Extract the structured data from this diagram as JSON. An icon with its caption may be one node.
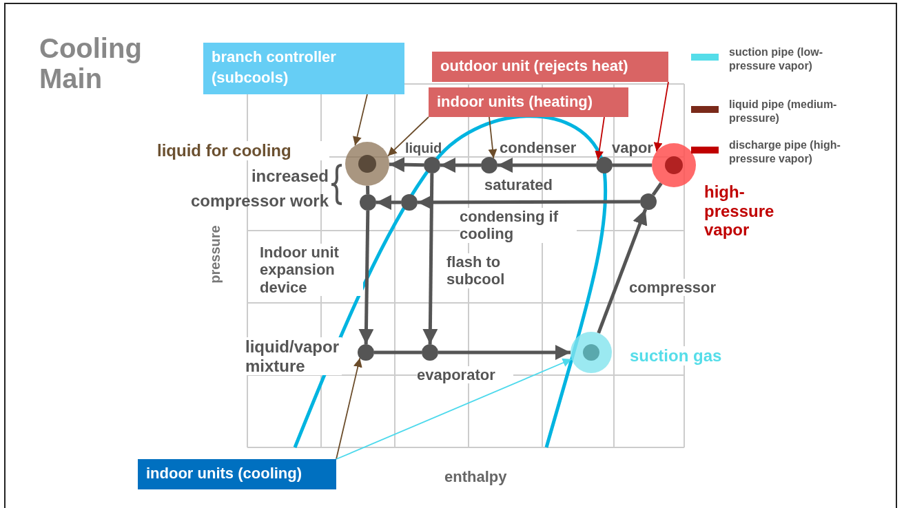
{
  "diagram": {
    "title": "Cooling Main",
    "nodes": [
      {
        "text": [
          "branch controller (subcools)"
        ]
      },
      {
        "text": [
          "outdoor unit (rejects heat)"
        ]
      },
      {
        "text": [
          "indoor units (heating)"
        ]
      },
      {
        "text": [
          "indoor units (cooling)"
        ]
      },
      {
        "text": [],
        "shape": "circle",
        "beside": [
          "liquid for cooling"
        ]
      },
      {
        "text": [],
        "shape": "circle"
      },
      {
        "text": [],
        "shape": "circle"
      },
      {
        "text": [],
        "shape": "circle"
      },
      {
        "text": [],
        "shape": "circle",
        "beside": [
          "high-pressure vapor"
        ]
      },
      {
        "text": [],
        "shape": "circle"
      },
      {
        "text": [],
        "shape": "circle"
      },
      {
        "text": [],
        "shape": "circle"
      },
      {
        "text": [],
        "shape": "circle",
        "beside": [
          "liquid/vapor mixture"
        ]
      },
      {
        "text": [],
        "shape": "circle"
      },
      {
        "text": [],
        "shape": "circle",
        "beside": [
          "suction gas"
        ]
      }
    ],
    "edges": [
      {
        "from": 8,
        "to": 7,
        "arrow": "none"
      },
      {
        "from": 7,
        "to": 6,
        "arrow": "to"
      },
      {
        "from": 6,
        "to": 5,
        "arrow": "to"
      },
      {
        "from": 5,
        "to": 4,
        "arrow": "to"
      },
      {
        "from": 4,
        "to": 9,
        "arrow": "none"
      },
      {
        "from": 11,
        "to": 10,
        "arrow": "to",
        "label": "condensing if cooling"
      },
      {
        "from": 10,
        "to": 9,
        "arrow": "to"
      },
      {
        "from": 9,
        "to": 12,
        "arrow": "to",
        "label": "Indoor unit expansion device"
      },
      {
        "from": 5,
        "to": 13,
        "arrow": "to",
        "label": "flash to subcool"
      },
      {
        "from": 12,
        "to": 13,
        "arrow": "none"
      },
      {
        "from": 13,
        "to": 14,
        "arrow": "to",
        "label": "evaporator"
      },
      {
        "from": 14,
        "to": 11,
        "arrow": "to",
        "label": "compressor"
      },
      {
        "from": 11,
        "to": 8,
        "arrow": "none"
      },
      {
        "from": 0,
        "to": 4,
        "arrow": "to",
        "color": "#6b4c2a"
      },
      {
        "from": 2,
        "to": 4,
        "arrow": "to",
        "color": "#6b4c2a"
      },
      {
        "from": 2,
        "to": 6,
        "arrow": "to",
        "color": "#6b4c2a"
      },
      {
        "from": 1,
        "to": 8,
        "arrow": "to",
        "color": "#c00000"
      },
      {
        "from": 2,
        "to": 7,
        "arrow": "to",
        "color": "#c00000"
      },
      {
        "from": 3,
        "to": 12,
        "arrow": "to",
        "color": "#6b4c2a"
      },
      {
        "from": 3,
        "to": 14,
        "arrow": "to",
        "color": "#4dd9ec"
      }
    ],
    "labels": [
      "liquid",
      "condenser",
      "vapor",
      "increased compressor work",
      "saturated",
      "pressure",
      "enthalpy"
    ],
    "legend": [
      {
        "text": "suction pipe (low-pressure vapor)",
        "color": "#55dde9"
      },
      {
        "text": "liquid pipe (medium-pressure)",
        "color": "#7a2a1a"
      },
      {
        "text": "discharge pipe (high-pressure vapor)",
        "color": "#c00000"
      }
    ]
  }
}
